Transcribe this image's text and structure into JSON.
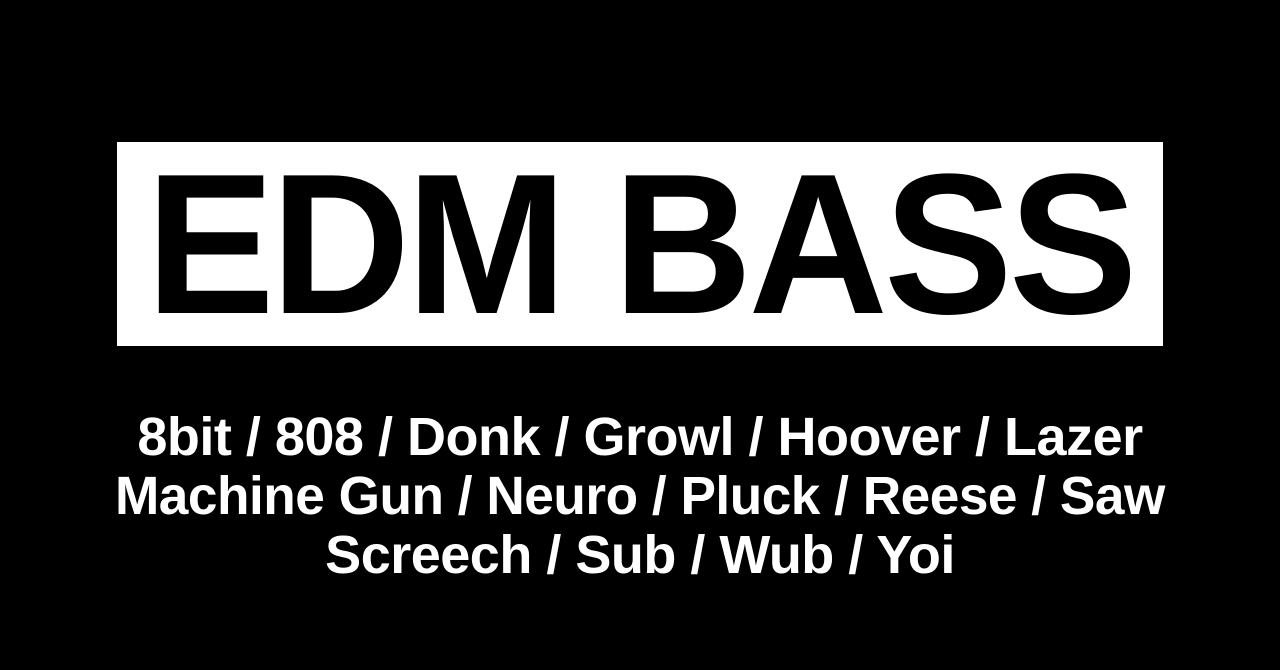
{
  "title": "EDM BASS",
  "colors": {
    "background": "#000000",
    "title_box": "#ffffff",
    "title_text": "#000000",
    "genre_text": "#ffffff"
  },
  "genres": {
    "lines": [
      "8bit / 808 / Donk / Growl / Hoover / Lazer",
      "Machine Gun / Neuro / Pluck / Reese / Saw",
      "Screech / Sub / Wub / Yoi"
    ],
    "items": [
      "8bit",
      "808",
      "Donk",
      "Growl",
      "Hoover",
      "Lazer",
      "Machine Gun",
      "Neuro",
      "Pluck",
      "Reese",
      "Saw",
      "Screech",
      "Sub",
      "Wub",
      "Yoi"
    ],
    "separator": " / "
  }
}
